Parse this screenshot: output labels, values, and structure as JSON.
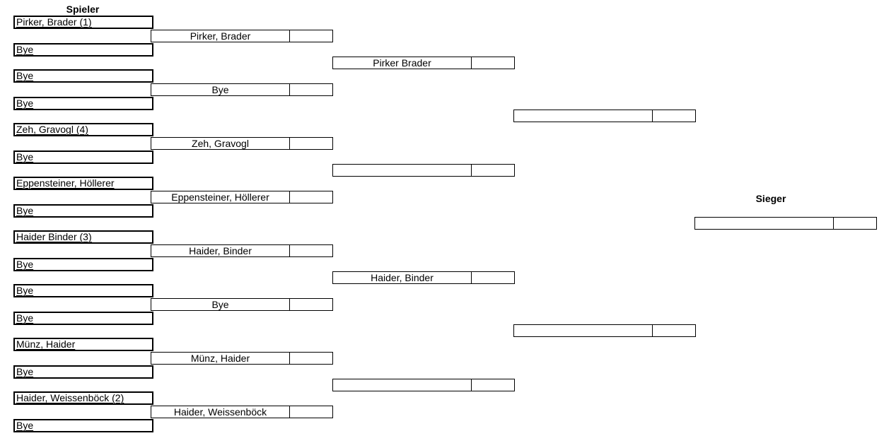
{
  "headers": {
    "players": "Spieler",
    "winner": "Sieger"
  },
  "round1": [
    "Pirker, Brader (1)",
    "Bye",
    "Bye",
    "Bye",
    "Zeh, Gravogl (4)",
    "Bye",
    "Eppensteiner, Höllerer",
    "Bye",
    "Haider Binder (3)",
    "Bye",
    "Bye",
    "Bye",
    "Münz, Haider",
    "Bye",
    "Haider, Weissenböck (2)",
    "Bye"
  ],
  "round2": [
    "Pirker, Brader",
    "Bye",
    "Zeh, Gravogl",
    "Eppensteiner, Höllerer",
    "Haider, Binder",
    "Bye",
    "Münz, Haider",
    "Haider, Weissenböck"
  ],
  "round3": [
    "Pirker Brader",
    "",
    "Haider, Binder",
    ""
  ],
  "round4": [
    "",
    ""
  ],
  "final": [
    ""
  ]
}
